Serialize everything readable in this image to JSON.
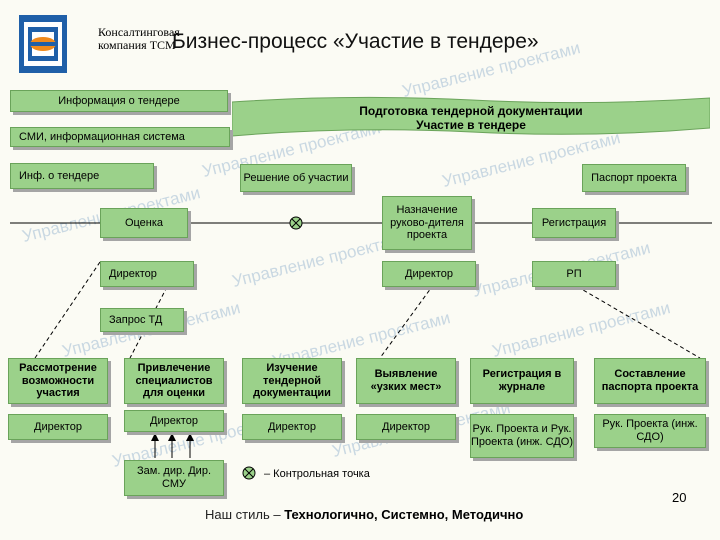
{
  "header": {
    "company": "Консалтинговая\nкомпания ТСМ",
    "title": "Бизнес-процесс «Участие в тендере»"
  },
  "watermark": "Управление проектами",
  "banner": {
    "line1": "Подготовка тендерной документации",
    "line2": "Участие в тендере"
  },
  "inputs": {
    "tender_info": "Информация о тендере",
    "media": "СМИ, информационная система",
    "inf_tender": "Инф. о тендере"
  },
  "outputs": {
    "decision": "Решение об участии",
    "passport": "Паспорт проекта"
  },
  "process": {
    "assessment": "Оценка",
    "appoint": "Назначение руково-дителя проекта",
    "registration": "Регистрация"
  },
  "roles": {
    "director1": "Директор",
    "director2": "Директор",
    "rp": "РП"
  },
  "request": "Запрос ТД",
  "steps": [
    {
      "title": "Рассмотрение возможности участия",
      "role": "Директор"
    },
    {
      "title": "Привлечение специалистов для оценки",
      "role": "Директор"
    },
    {
      "title": "Изучение тендерной документации",
      "role": "Директор"
    },
    {
      "title": "Выявление «узких мест»",
      "role": "Директор"
    },
    {
      "title": "Регистрация в журнале",
      "role": "Рук. Проекта и Рук. Проекта (инж. СДО)"
    },
    {
      "title": "Составление паспорта проекта",
      "role": "Рук. Проекта (инж. СДО)"
    }
  ],
  "deputy": "Зам. дир. Дир. СМУ",
  "legend": {
    "label": "– Контрольная точка"
  },
  "page_number": "20",
  "slogan": {
    "prefix": "Наш стиль – ",
    "emphasis": "Технологично, Системно, Методично"
  },
  "colors": {
    "box": "#9bd18a",
    "border": "#6aa35a",
    "logo_blue": "#1f5fa8",
    "logo_orange": "#f08a1c"
  }
}
